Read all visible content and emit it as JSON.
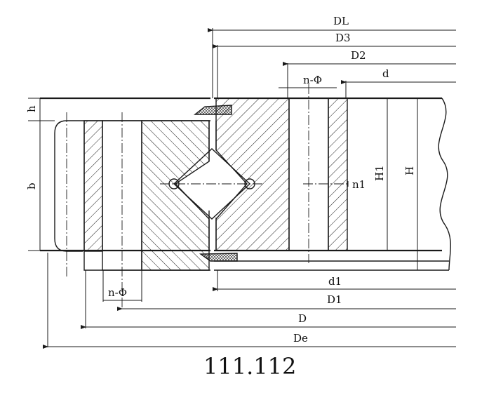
{
  "drawing": {
    "title": "111.112",
    "labels": {
      "DL": "DL",
      "D3": "D3",
      "D2": "D2",
      "d": "d",
      "n_phi_top": "n-Φ",
      "h": "h",
      "b": "b",
      "n1": "n1",
      "H1": "H1",
      "H": "H",
      "n_phi_bottom": "n-Φ",
      "d1": "d1",
      "D1": "D1",
      "D": "D",
      "De": "De"
    }
  }
}
